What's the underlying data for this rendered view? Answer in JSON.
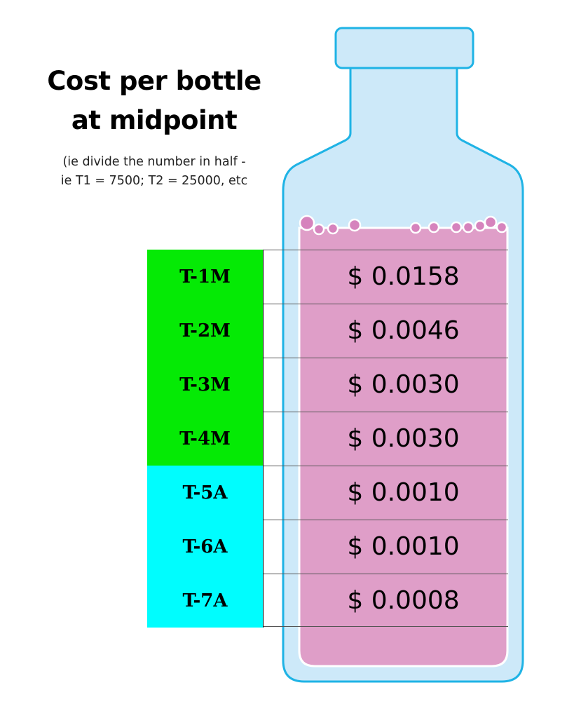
{
  "title_lines": [
    "Cost per bottle",
    "at midpoint"
  ],
  "note_lines": [
    "(ie divide the number in half -",
    "ie T1 = 7500; T2 = 25000, etc"
  ],
  "colors": {
    "bottle_fill": "#cde9f9",
    "bottle_outline": "#1fb3e5",
    "liquid": "#df9ec8",
    "bubble": "#d683bd",
    "tier_m": "#05ea05",
    "tier_a": "#00fdfe"
  },
  "rows": [
    {
      "tier": "T-1M",
      "price": "$ 0.0158",
      "color": "#05ea05"
    },
    {
      "tier": "T-2M",
      "price": "$ 0.0046",
      "color": "#05ea05"
    },
    {
      "tier": "T-3M",
      "price": "$ 0.0030",
      "color": "#05ea05"
    },
    {
      "tier": "T-4M",
      "price": "$ 0.0030",
      "color": "#05ea05"
    },
    {
      "tier": "T-5A",
      "price": "$ 0.0010",
      "color": "#00fdfe"
    },
    {
      "tier": "T-6A",
      "price": "$ 0.0010",
      "color": "#00fdfe"
    },
    {
      "tier": "T-7A",
      "price": "$ 0.0008",
      "color": "#00fdfe"
    }
  ]
}
